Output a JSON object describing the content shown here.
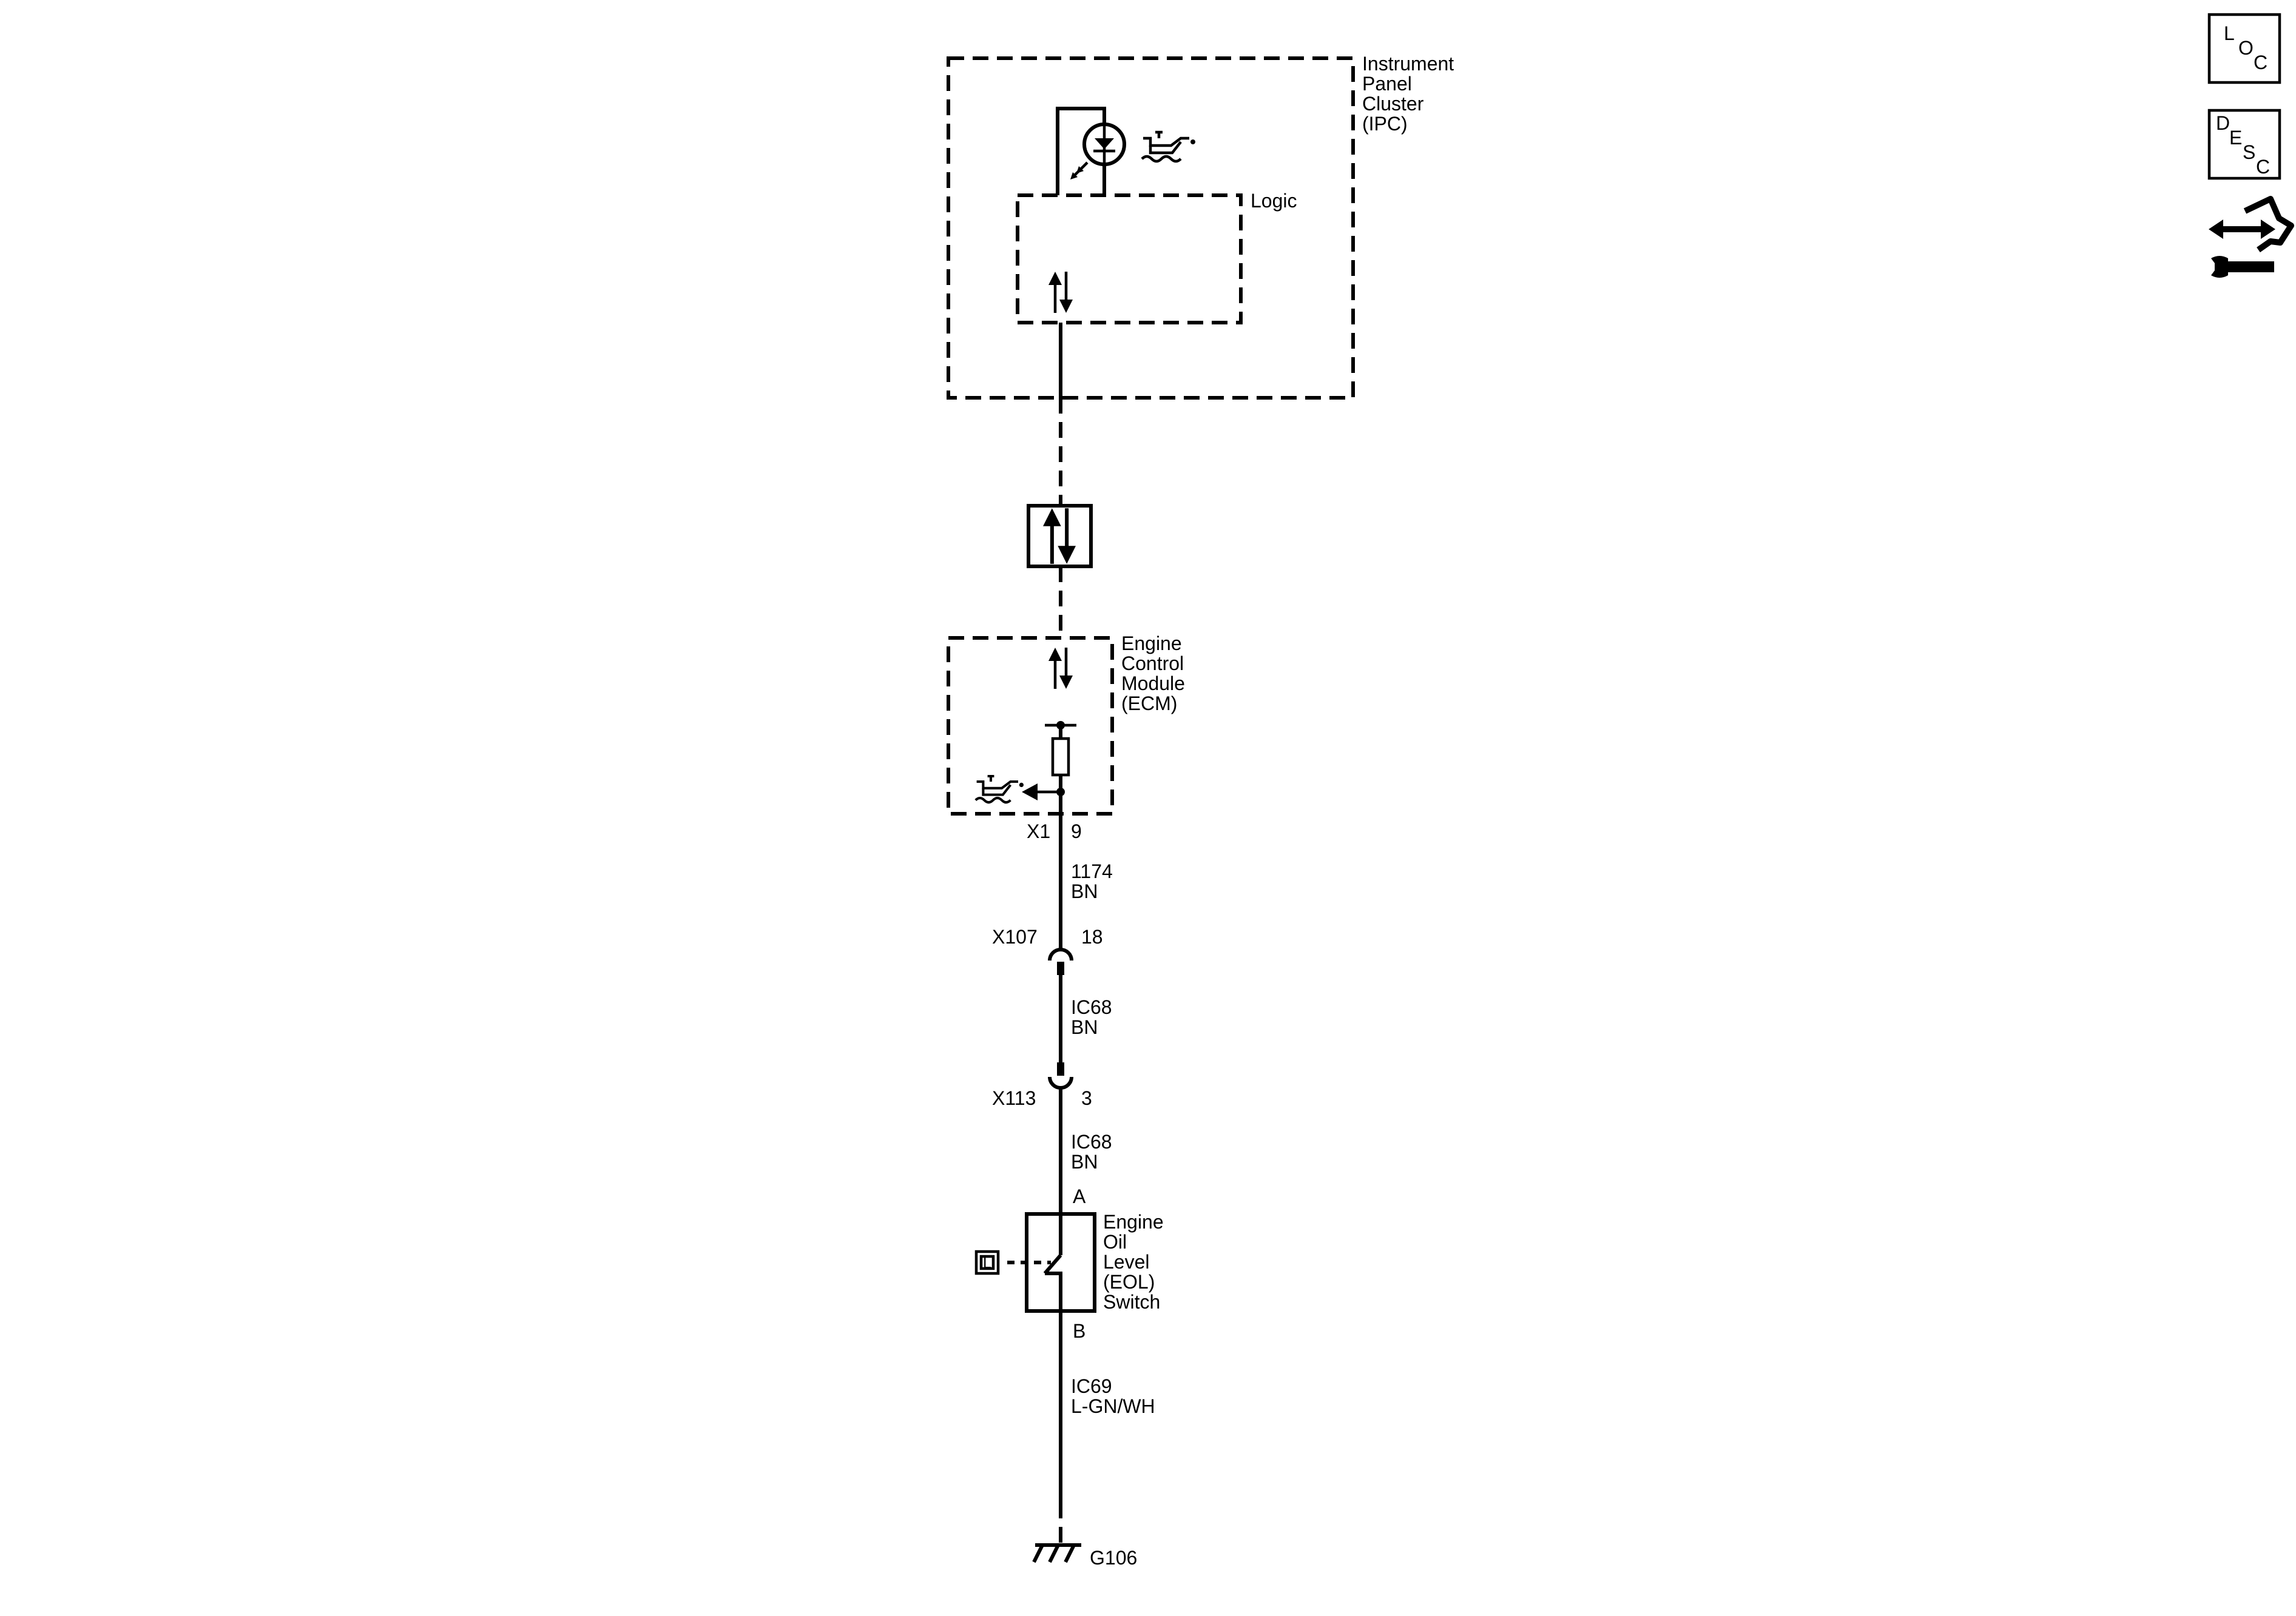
{
  "modules": {
    "ipc": {
      "label": [
        "Instrument",
        "Panel",
        "Cluster",
        "(IPC)"
      ]
    },
    "logic": {
      "label": "Logic"
    },
    "ecm": {
      "label": [
        "Engine",
        "Control",
        "Module",
        "(ECM)"
      ]
    },
    "eol_switch": {
      "label": [
        "Engine",
        "Oil",
        "Level",
        "(EOL)",
        "Switch"
      ]
    }
  },
  "connectors": {
    "ecm": {
      "name": "X1",
      "pin": "9"
    },
    "x107": {
      "name": "X107",
      "pin": "18"
    },
    "x113": {
      "name": "X113",
      "pin": "3"
    },
    "switch_top": {
      "pin": "A"
    },
    "switch_bottom": {
      "pin": "B"
    }
  },
  "wires": [
    {
      "circuit": "1174",
      "color": "BN"
    },
    {
      "circuit": "IC68",
      "color": "BN"
    },
    {
      "circuit": "IC68",
      "color": "BN"
    },
    {
      "circuit": "IC69",
      "color": "L-GN/WH"
    }
  ],
  "ground": {
    "label": "G106"
  },
  "side_buttons": {
    "loc": {
      "letters": [
        "L",
        "O",
        "C"
      ]
    },
    "desc": {
      "letters": [
        "D",
        "E",
        "S",
        "C"
      ]
    }
  },
  "icons": {
    "indicator": "oil-level-indicator-icon",
    "oil_can": "oil-can-icon",
    "serial_data": "serial-data-icon",
    "location_tag": "location-tag-icon",
    "connector_repair": "connector-repair-icon"
  }
}
